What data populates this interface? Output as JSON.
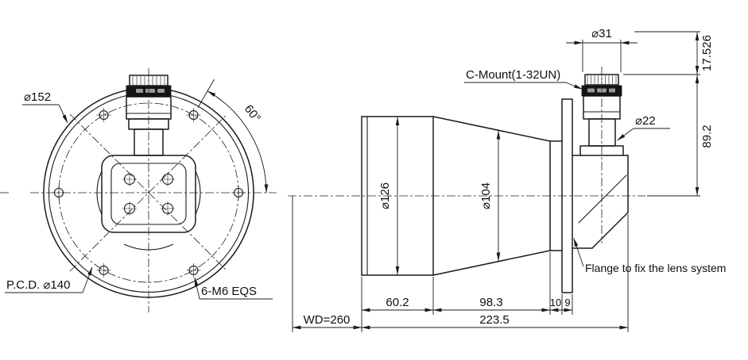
{
  "colors": {
    "ink": "#1b1b1b",
    "background": "#ffffff"
  },
  "front_view": {
    "dim_diameter_outer": "⌀152",
    "dim_pcd": "P.C.D. ⌀140",
    "dim_screws": "6-M6 EQS",
    "dim_angle": "60°"
  },
  "side_view": {
    "label_c_mount": "C-Mount(1-32UN)",
    "dim_c_mount_od": "⌀31",
    "dim_flange_distance": "17.526",
    "dim_tube_od": "⌀22",
    "dim_axis_height": "89.2",
    "dim_barrel_od": "⌀126",
    "dim_cone_od": "⌀104",
    "note_flange": "Flange to fix the lens system",
    "dim_len_front": "60.2",
    "dim_len_cone": "98.3",
    "dim_len_spacer": "10",
    "dim_len_flange": "9",
    "dim_working_distance": "WD=260",
    "dim_len_total": "223.5"
  }
}
